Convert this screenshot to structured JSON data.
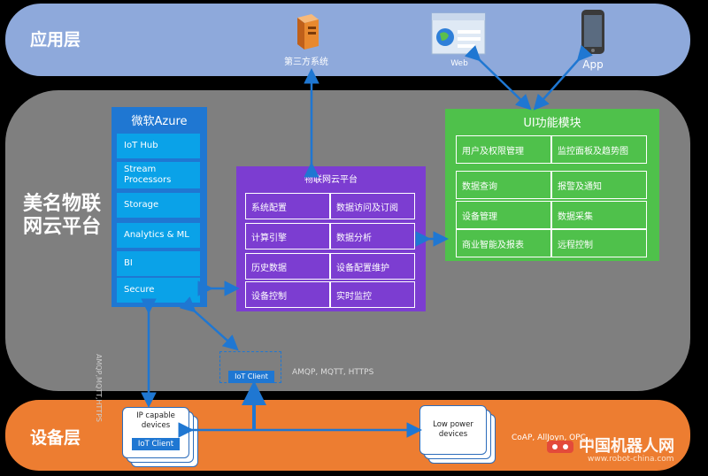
{
  "layers": {
    "app": "应用层",
    "cloud_line1": "美名物联",
    "cloud_line2": "网云平台",
    "device": "设备层"
  },
  "app_layer": {
    "third_party": "第三方系统",
    "web": "Web",
    "app": "App"
  },
  "azure": {
    "title": "微软Azure",
    "items": [
      "IoT Hub",
      "Stream Processors",
      "Storage",
      "Analytics & ML",
      "BI",
      "Secure"
    ]
  },
  "platform": {
    "title": "物联网云平台",
    "cells": [
      "系统配置",
      "数据访问及订阅",
      "计算引擎",
      "数据分析",
      "历史数据",
      "设备配置维护",
      "设备控制",
      "实时监控"
    ]
  },
  "ui_module": {
    "title": "UI功能模块",
    "cells": [
      "用户及权限管理",
      "监控面板及趋势图",
      "数据查询",
      "报警及通知",
      "设备管理",
      "数据采集",
      "商业智能及报表",
      "远程控制"
    ]
  },
  "iot_client": {
    "label": "IoT Client",
    "protocols": "AMQP, MQTT, HTTPS",
    "vertical_protocols": "AMQP,MQTT,HTTPS"
  },
  "devices": {
    "ip_capable": "IP capable devices",
    "ip_client": "IoT Client",
    "low_power": "Low power devices",
    "protocols": "CoAP, AllJoyn, OPC..."
  },
  "watermark": {
    "cn": "中国机器人网",
    "url": "www.robot-china.com"
  },
  "colors": {
    "app_layer": "#8ea9db",
    "cloud_layer": "#7f7f7f",
    "device_layer": "#ed7d31",
    "azure": "#1f77d2",
    "azure_item": "#0aa2e8",
    "platform": "#7c3dd1",
    "ui_module": "#4fc14b",
    "arrow": "#1f77d2"
  }
}
